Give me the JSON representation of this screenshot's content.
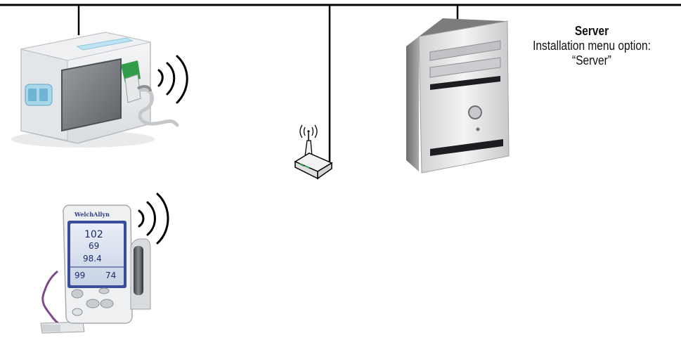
{
  "server": {
    "title": "Server",
    "option_line1": "Installation menu option:",
    "option_line2": "“Server”"
  },
  "spot_monitor": {
    "brand": "WelchAllyn",
    "readings": {
      "systolic": "102",
      "diastolic": "69",
      "temperature": "98.4",
      "spo2": "99",
      "pulse": "74"
    }
  }
}
